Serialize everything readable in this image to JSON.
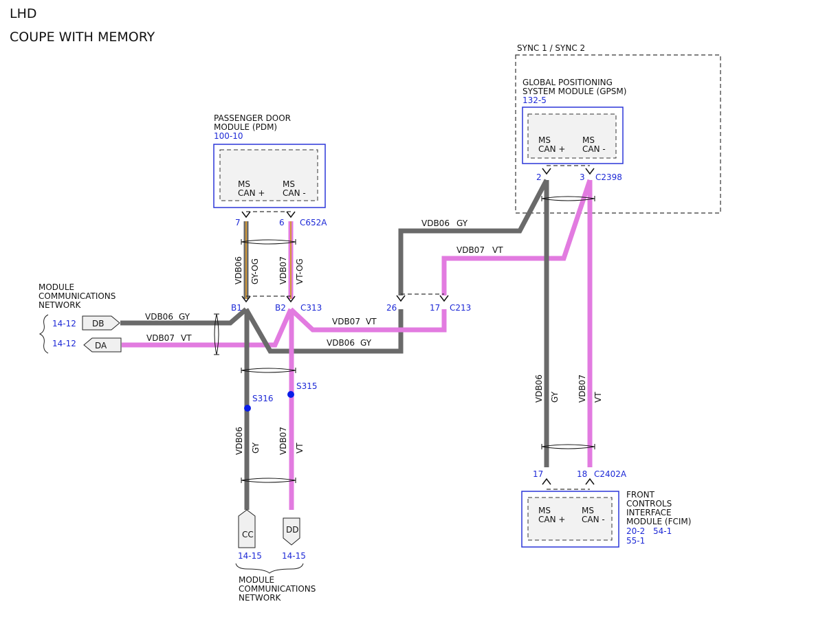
{
  "header": {
    "line1": "LHD",
    "line2": "COUPE WITH MEMORY"
  },
  "sync_box": {
    "title": "SYNC 1 / SYNC 2"
  },
  "modules": {
    "pdm": {
      "name_line1": "PASSENGER DOOR",
      "name_line2": "MODULE (PDM)",
      "ref": "100-10",
      "pin_a_line1": "MS",
      "pin_a_line2": "CAN +",
      "pin_b_line1": "MS",
      "pin_b_line2": "CAN -"
    },
    "gpsm": {
      "name_line1": "GLOBAL POSITIONING",
      "name_line2": "SYSTEM MODULE (GPSM)",
      "ref": "132-5",
      "pin_a_line1": "MS",
      "pin_a_line2": "CAN +",
      "pin_b_line1": "MS",
      "pin_b_line2": "CAN -"
    },
    "fcim": {
      "name_line1": "FRONT",
      "name_line2": "CONTROLS",
      "name_line3": "INTERFACE",
      "name_line4": "MODULE (FCIM)",
      "ref1": "20-2",
      "ref2": "54-1",
      "ref3": "55-1",
      "pin_a_line1": "MS",
      "pin_a_line2": "CAN +",
      "pin_b_line1": "MS",
      "pin_b_line2": "CAN -"
    }
  },
  "connectors": {
    "c652a": {
      "id": "C652A",
      "pin_a": "7",
      "pin_b": "6"
    },
    "c313": {
      "id": "C313",
      "pin_a": "B1",
      "pin_b": "B2"
    },
    "c213": {
      "id": "C213",
      "pin_a": "26",
      "pin_b": "17"
    },
    "c2398": {
      "id": "C2398",
      "pin_a": "2",
      "pin_b": "3"
    },
    "c2402a": {
      "id": "C2402A",
      "pin_a": "17",
      "pin_b": "18"
    }
  },
  "splices": {
    "s316": "S316",
    "s315": "S315"
  },
  "wires": {
    "vdb06": "VDB06",
    "vdb07": "VDB07",
    "gy": "GY",
    "vt": "VT",
    "gy_og": "GY-OG",
    "vt_og": "VT-OG"
  },
  "network_left": {
    "line1": "MODULE",
    "line2": "COMMUNICATIONS",
    "line3": "NETWORK",
    "db": {
      "label": "DB",
      "ref": "14-12"
    },
    "da": {
      "label": "DA",
      "ref": "14-12"
    }
  },
  "network_bottom": {
    "line1": "MODULE",
    "line2": "COMMUNICATIONS",
    "line3": "NETWORK",
    "cc": {
      "label": "CC",
      "ref": "14-15"
    },
    "dd": {
      "label": "DD",
      "ref": "14-15"
    }
  },
  "colors": {
    "gy_wire": "#6a6a6a",
    "vt_wire": "#e27be0",
    "og_stripe": "#d49a36",
    "reference_blue": "#1c28d6",
    "module_border": "#2a35d8",
    "splice": "#0a1de8"
  }
}
